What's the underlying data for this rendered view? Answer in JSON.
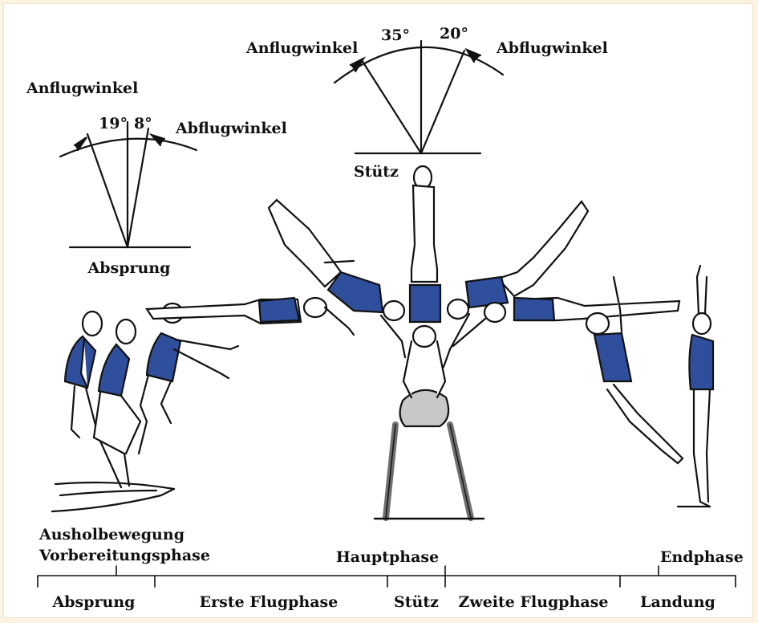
{
  "colors": {
    "background": "#fdf3e3",
    "panel": "#ffffff",
    "jersey": "#2f4f9c",
    "vault": "#c8c8c8",
    "ink": "#111111"
  },
  "left_diagram": {
    "approach_label": "Anflugwinkel",
    "departure_label": "Abflugwinkel",
    "approach_angle": "19°",
    "departure_angle": "8°",
    "base_label": "Absprung"
  },
  "top_diagram": {
    "approach_label": "Anflugwinkel",
    "departure_label": "Abflugwinkel",
    "approach_angle": "35°",
    "departure_angle": "20°",
    "base_label": "Stütz"
  },
  "phases": {
    "prep_line1": "Ausholbewegung",
    "prep_line2": "Vorbereitungsphase",
    "main": "Hauptphase",
    "end": "Endphase"
  },
  "segments": [
    "Absprung",
    "Erste Flugphase",
    "Stütz",
    "Zweite Flugphase",
    "Landung"
  ]
}
